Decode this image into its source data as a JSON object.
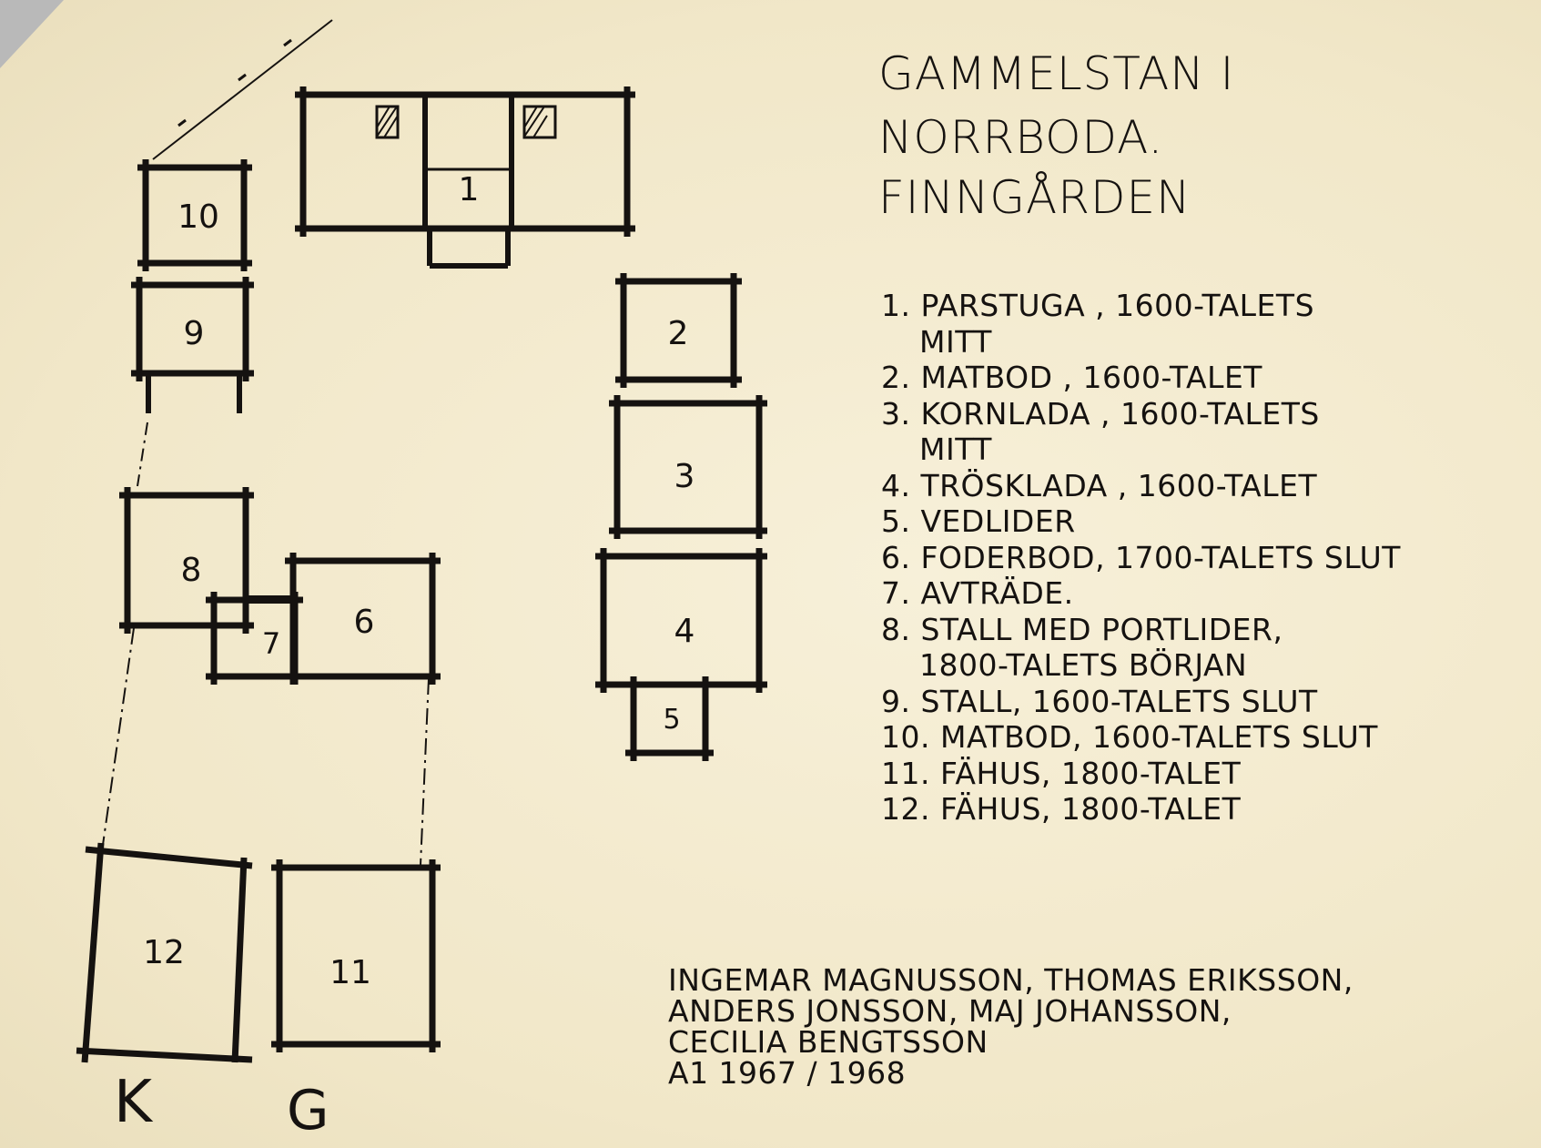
{
  "title": {
    "line1": "GAMMELSTAN I",
    "line2": "NORRBODA.",
    "line3": "FINNGÅRDEN"
  },
  "buildings": [
    {
      "label": "1"
    },
    {
      "label": "2"
    },
    {
      "label": "3"
    },
    {
      "label": "4"
    },
    {
      "label": "5"
    },
    {
      "label": "6"
    },
    {
      "label": "7"
    },
    {
      "label": "8"
    },
    {
      "label": "9"
    },
    {
      "label": "10"
    },
    {
      "label": "11"
    },
    {
      "label": "12"
    }
  ],
  "legend": [
    {
      "text": "1. PARSTUGA , 1600-TALETS",
      "cont": "MITT"
    },
    {
      "text": "2. MATBOD , 1600-TALET"
    },
    {
      "text": "3. KORNLADA , 1600-TALETS",
      "cont": "MITT"
    },
    {
      "text": "4. TRÖSKLADA , 1600-TALET"
    },
    {
      "text": "5. VEDLIDER"
    },
    {
      "text": "6. FODERBOD, 1700-TALETS SLUT"
    },
    {
      "text": "7. AVTRÄDE."
    },
    {
      "text": "8. STALL MED PORTLIDER,",
      "cont": "1800-TALETS BÖRJAN"
    },
    {
      "text": "9. STALL, 1600-TALETS SLUT"
    },
    {
      "text": "10. MATBOD, 1600-TALETS SLUT"
    },
    {
      "text": "11. FÄHUS, 1800-TALET"
    },
    {
      "text": "12. FÄHUS, 1800-TALET"
    }
  ],
  "credits": [
    "INGEMAR MAGNUSSON, THOMAS ERIKSSON,",
    "ANDERS JONSSON, MAJ JOHANSSON,",
    "CECILIA BENGTSSON",
    "A1 1967 / 1968"
  ],
  "initials": {
    "left": "K",
    "right": "G"
  },
  "colors": {
    "paper": "#f4ecd2",
    "ink": "#151210",
    "corner": "#b9b9b9"
  }
}
